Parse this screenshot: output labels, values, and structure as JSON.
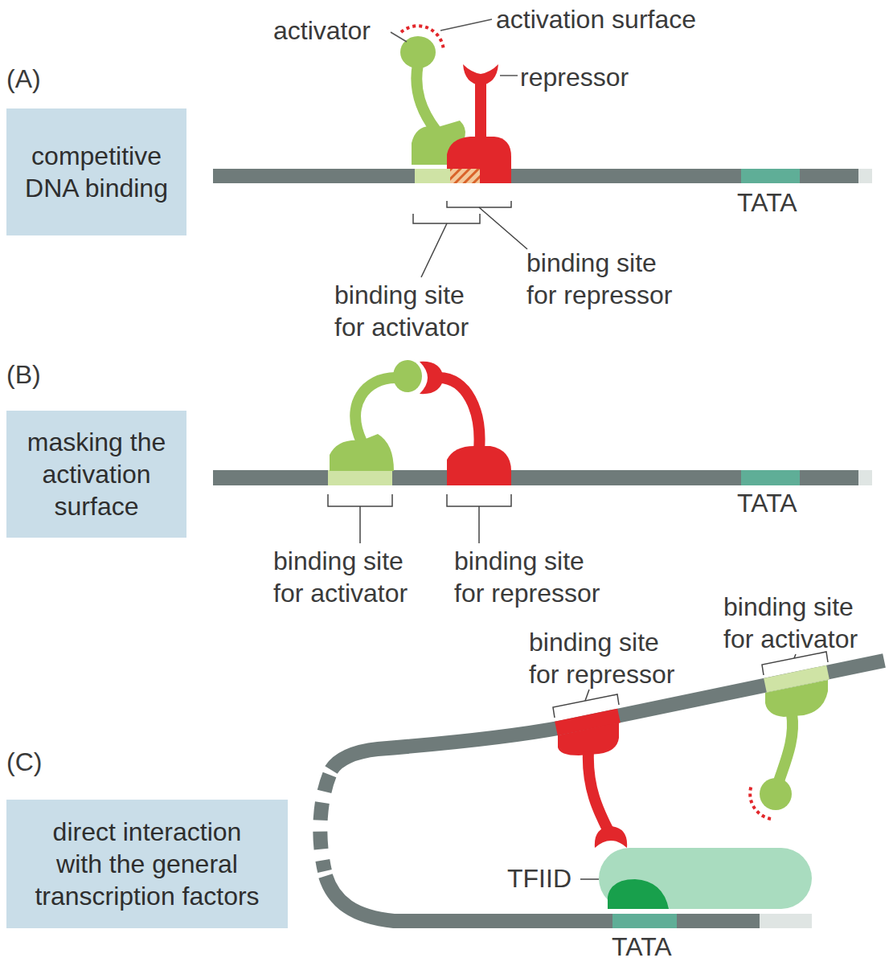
{
  "diagram": {
    "nodes": [
      {
        "text": [
          "competitive DNA binding"
        ]
      },
      {
        "text": [
          "masking the activation surface"
        ]
      },
      {
        "text": [
          "direct interaction with the general transcription factors"
        ]
      },
      {
        "text": [
          "TFIID"
        ]
      }
    ],
    "labels": [
      "(A)",
      "activator",
      "activation surface",
      "repressor",
      "TATA",
      "binding site for repressor",
      "binding site for activator",
      "(B)",
      "TATA",
      "binding site for activator",
      "binding site for repressor",
      "binding site for activator",
      "binding site for repressor",
      "(C)",
      "TATA"
    ]
  }
}
